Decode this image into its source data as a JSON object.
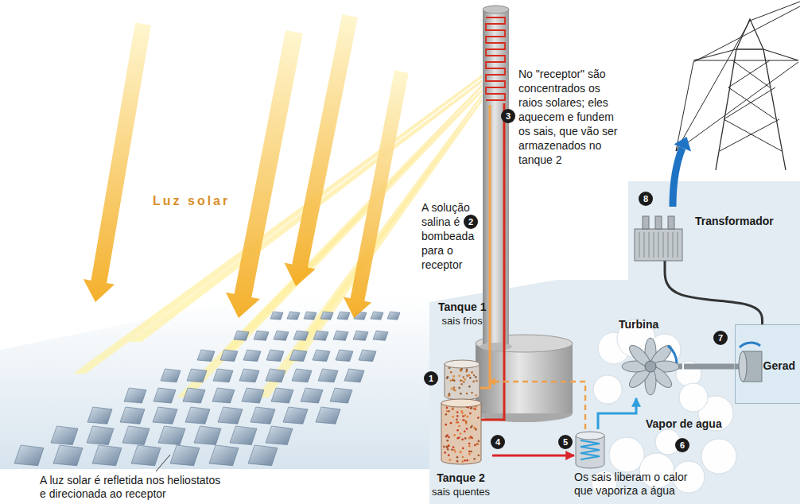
{
  "diagram": {
    "nodes": [
      {
        "text": [
          "Tanque 1",
          "sais frios"
        ]
      },
      {
        "text": [
          "Tanque 2",
          "sais quentes"
        ]
      },
      {
        "text": [
          "Os sais liberam o calor que vaporiza a água"
        ]
      },
      {
        "text": [
          "Turbina"
        ]
      },
      {
        "text": [
          "Gerad"
        ]
      },
      {
        "text": [
          "Transformador"
        ]
      }
    ],
    "edges": [
      {
        "from": 1,
        "to": 2,
        "arrow": "to"
      },
      {
        "from": 2,
        "to": 0,
        "arrow": "to"
      },
      {
        "from": 2,
        "to": 3,
        "arrow": "to"
      },
      {
        "from": 3,
        "to": 4,
        "arrow": "none"
      },
      {
        "from": 4,
        "to": 5,
        "arrow": "none"
      }
    ],
    "labels": [
      "Luz solar",
      "No \"receptor\" são concentrados os raios solares; eles aquecem e fundem os sais, que vão ser armazenados no tanque 2",
      "A solução salina é bombeada para o receptor",
      "A luz solar é refletida nos heliostatos e direcionada ao receptor",
      "Vapor de agua",
      "1",
      "2",
      "3",
      "4",
      "5",
      "6",
      "7",
      "8"
    ]
  }
}
